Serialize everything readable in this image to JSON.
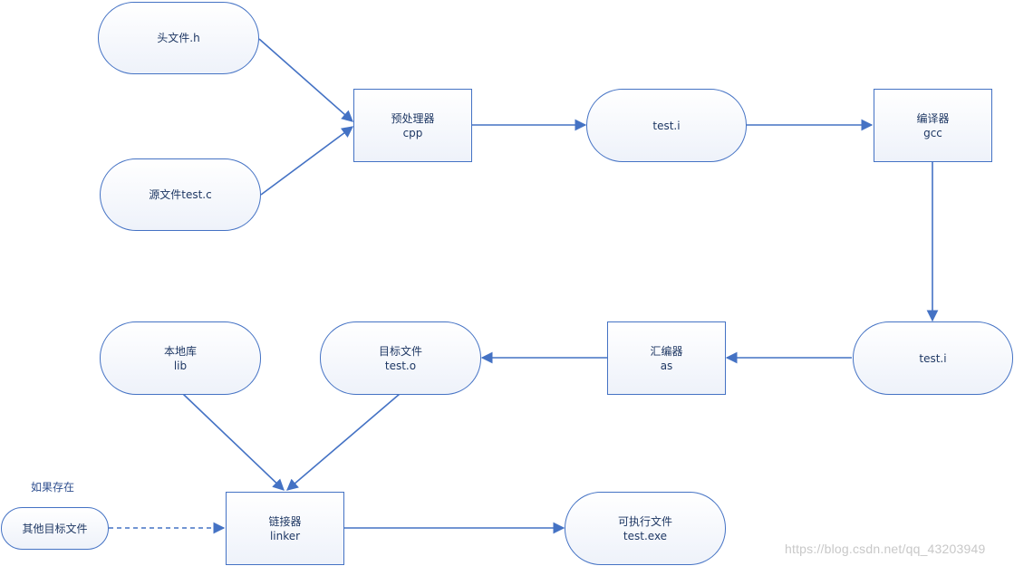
{
  "colors": {
    "stroke": "#4472c4",
    "text": "#1f3864",
    "watermark": "#c8c8c8"
  },
  "nodes": {
    "header_file": {
      "line1": "头文件.h"
    },
    "source_file": {
      "line1": "源文件test.c"
    },
    "preprocessor": {
      "line1": "预处理器",
      "line2": "cpp"
    },
    "preprocessed_output": {
      "line1": "test.i"
    },
    "compiler": {
      "line1": "编译器",
      "line2": "gcc"
    },
    "compiled_output": {
      "line1": "test.i"
    },
    "assembler": {
      "line1": "汇编器",
      "line2": "as"
    },
    "object_file": {
      "line1": "目标文件",
      "line2": "test.o"
    },
    "local_library": {
      "line1": "本地库",
      "line2": "lib"
    },
    "other_object_files": {
      "line1": "其他目标文件"
    },
    "linker": {
      "line1": "链接器",
      "line2": "linker"
    },
    "executable": {
      "line1": "可执行文件",
      "line2": "test.exe"
    }
  },
  "labels": {
    "if_exists": "如果存在"
  },
  "watermark": "https://blog.csdn.net/qq_43203949"
}
